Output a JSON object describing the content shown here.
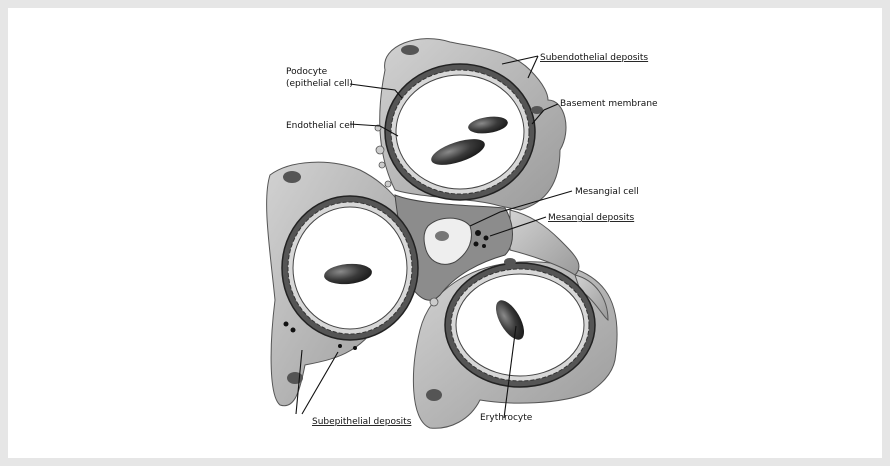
{
  "labels": {
    "podocyte_line1": "Podocyte",
    "podocyte_line2": "(epithelial cell)",
    "endothelial": "Endothelial cell",
    "subendothelial": "Subendothelial deposits",
    "basement": "Basement membrane",
    "mesangial_cell": "Mesangial cell",
    "mesangial_deposits": "Mesangial deposits",
    "subepithelial": "Subepithelial deposits",
    "erythrocyte": "Erythrocyte"
  },
  "colors": {
    "background": "#e6e6e6",
    "panel": "#ffffff",
    "cell_gray": "#b9b9b9",
    "dark_gray": "#777777",
    "lumen": "#ffffff",
    "erythrocyte": "#2e2e2e"
  }
}
